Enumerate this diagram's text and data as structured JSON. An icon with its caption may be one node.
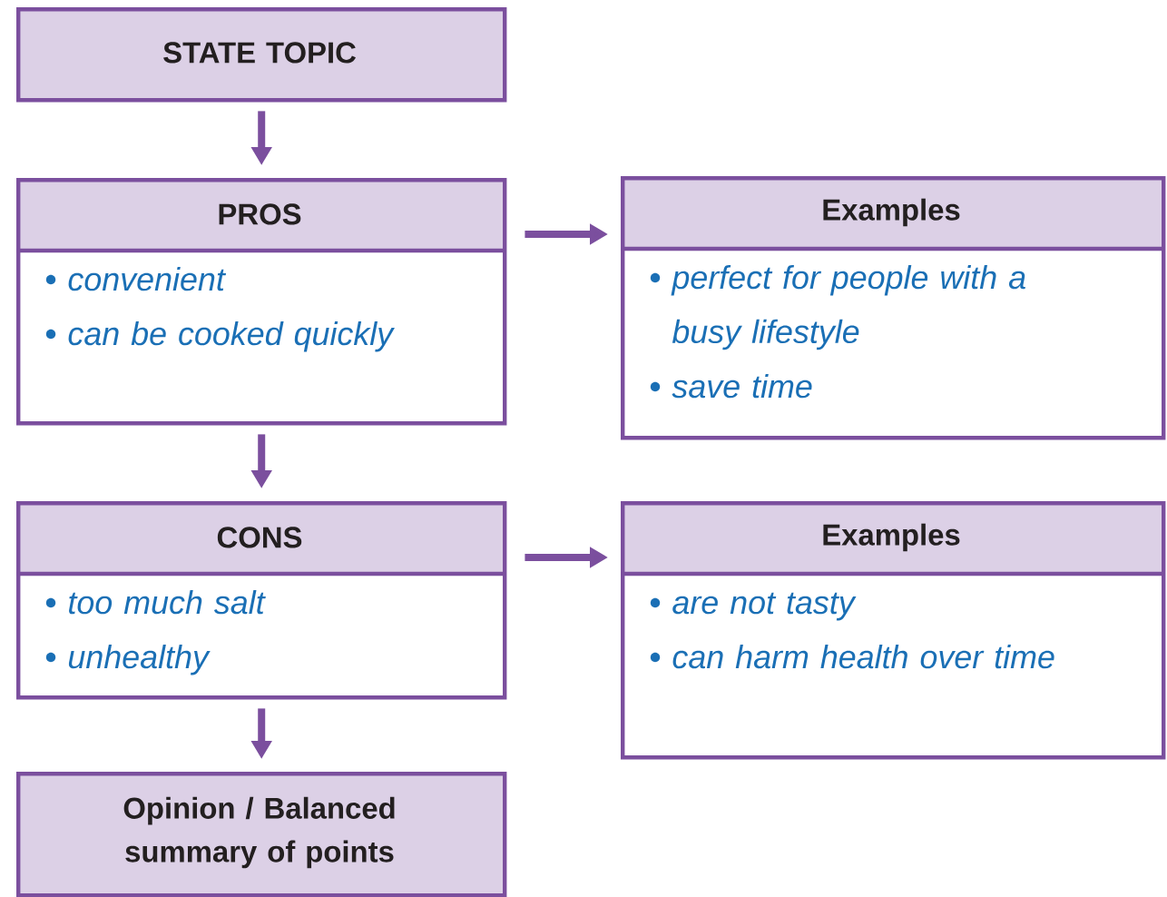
{
  "diagram": {
    "nodes": [
      {
        "text": [
          "STATE TOPIC"
        ]
      },
      {
        "text": [
          "PROS",
          "convenient",
          "can be cooked quickly"
        ]
      },
      {
        "text": [
          "Examples",
          "perfect for people with a busy lifestyle",
          "save time"
        ]
      },
      {
        "text": [
          "CONS",
          "too much salt",
          "unhealthy"
        ]
      },
      {
        "text": [
          "Examples",
          "are not tasty",
          "can harm health over time"
        ]
      },
      {
        "text": [
          "Opinion / Balanced summary of points"
        ]
      }
    ],
    "edges": [
      {
        "from": 0,
        "to": 1,
        "arrow": "to"
      },
      {
        "from": 1,
        "to": 2,
        "arrow": "to"
      },
      {
        "from": 1,
        "to": 3,
        "arrow": "to"
      },
      {
        "from": 3,
        "to": 4,
        "arrow": "to"
      },
      {
        "from": 3,
        "to": 5,
        "arrow": "to"
      }
    ]
  }
}
